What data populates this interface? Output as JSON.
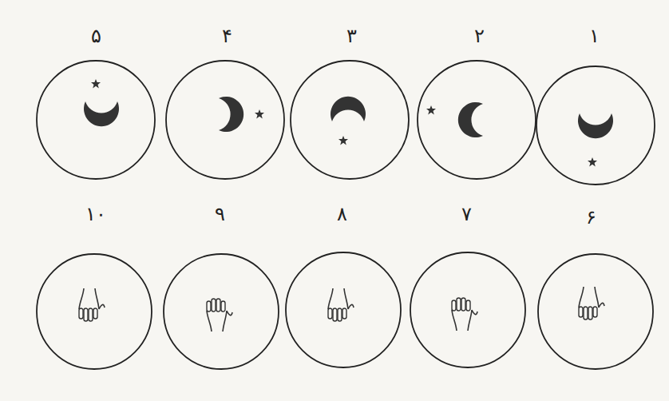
{
  "diagram": {
    "labels": [
      "۱",
      "۲",
      "۳",
      "۴",
      "۵",
      "۶",
      "۷",
      "۸",
      "۹",
      "۱۰"
    ]
  }
}
